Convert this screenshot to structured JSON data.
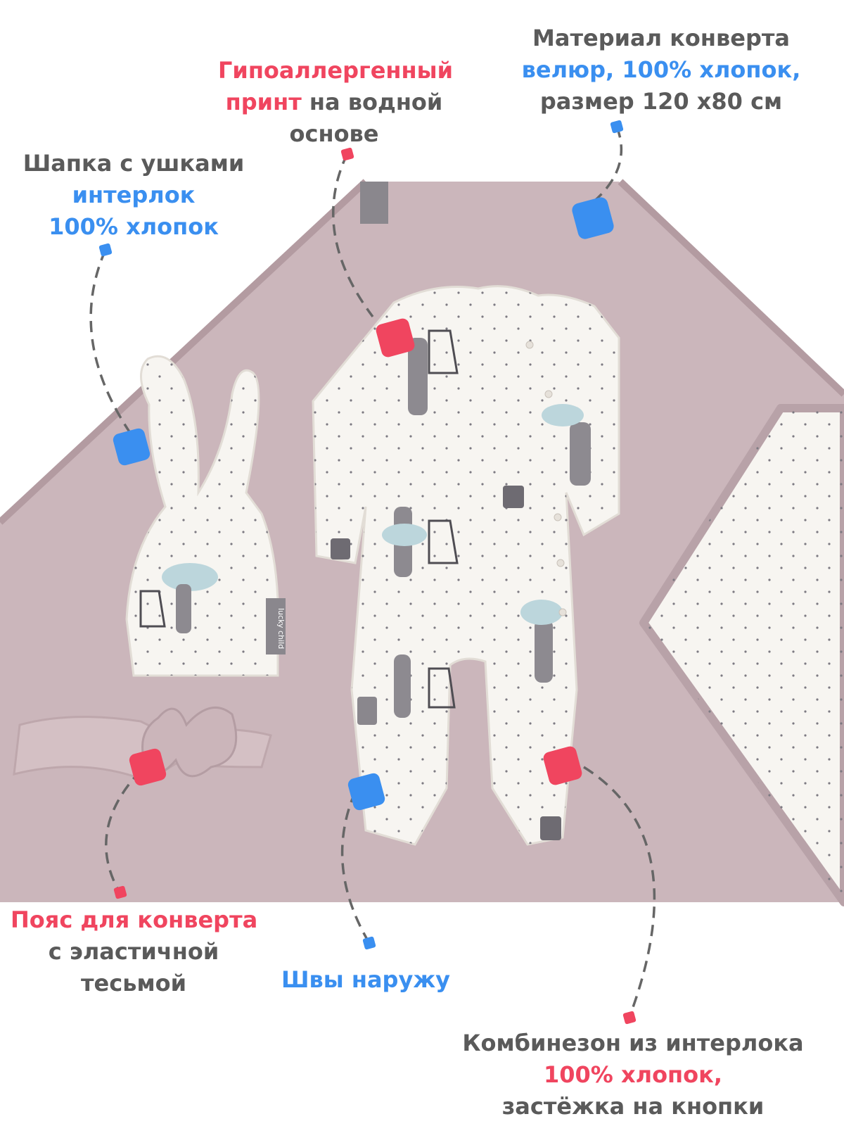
{
  "colors": {
    "red": "#f0455f",
    "blue": "#3a8ff0",
    "text": "#5a5a5a",
    "blanket": "#cbb6bb",
    "fabric": "#f7f5f1",
    "print_gray": "#8d8a90",
    "print_teal": "#bcd6dc"
  },
  "labels": {
    "print": {
      "l1_red": "Гипоаллергенный",
      "l2_red": "принт",
      "l2_gray": " на водной",
      "l3_gray": "основе"
    },
    "envelope": {
      "l1_gray": "Материал конверта",
      "l2_blue": "велюр, 100% хлопок,",
      "l3_gray": "размер 120 х80 см"
    },
    "hat": {
      "l1_gray": "Шапка с ушками",
      "l2_blue": "интерлок",
      "l3_blue": "100% хлопок"
    },
    "belt": {
      "l1_red": "Пояс для конверта",
      "l2_gray": "с эластичной",
      "l3_gray": "тесьмой"
    },
    "seams": {
      "l1_blue": "Швы наружу"
    },
    "overall": {
      "l1_gray": "Комбинезон из интерлока",
      "l2_red": "100% хлопок,",
      "l3_gray": "застёжка на кнопки"
    }
  },
  "brand": {
    "tag": "lucky child"
  },
  "icons": {
    "marker": "rounded-square-marker-icon",
    "connector": "dashed-connector-icon"
  }
}
